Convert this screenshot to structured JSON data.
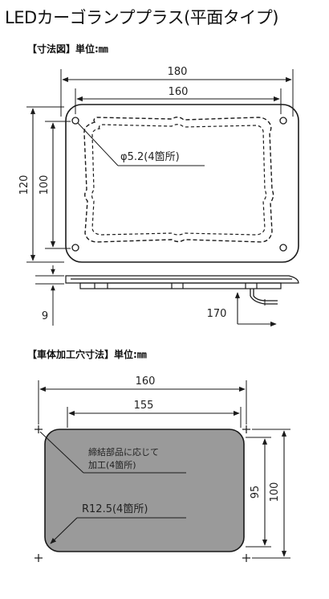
{
  "title": "LEDカーゴランププラス(平面タイプ)",
  "section_dimension": {
    "label": "【寸法図】単位:㎜",
    "dims": {
      "outer_width": "180",
      "inner_width": "160",
      "outer_height": "120",
      "inner_height": "100",
      "hole_note": "φ5.2(4箇所)",
      "thickness": "9",
      "cable": "170"
    }
  },
  "section_cutout": {
    "label": "【車体加工穴寸法】単位:㎜",
    "dims": {
      "outer_width": "160",
      "inner_width": "155",
      "inner_height": "95",
      "outer_height": "100",
      "note_line1": "締結部品に応じて",
      "note_line2": "加工(4箇所)",
      "radius_note": "R12.5(4箇所)"
    }
  },
  "colors": {
    "line": "#1a1a1a",
    "cutout_fill": "#9a9a9a"
  }
}
